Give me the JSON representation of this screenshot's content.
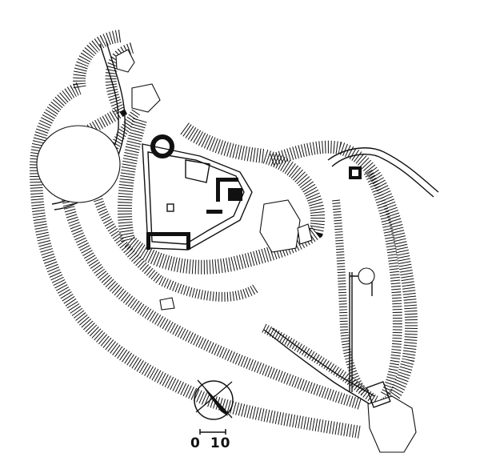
{
  "figure": {
    "type": "castle site plan",
    "scale": {
      "start_label": "0",
      "end_label": "10"
    },
    "north_arrow": "north-arrow-icon",
    "colors": {
      "ink": "#111111",
      "background": "#ffffff"
    }
  }
}
